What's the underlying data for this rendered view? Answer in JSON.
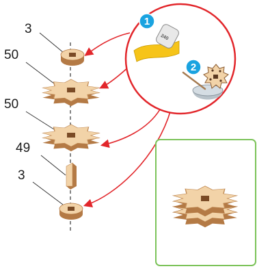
{
  "part_labels": [
    {
      "id": "top-washer",
      "text": "3"
    },
    {
      "id": "gear-a",
      "text": "50"
    },
    {
      "id": "gear-b",
      "text": "50"
    },
    {
      "id": "shaft",
      "text": "49"
    },
    {
      "id": "bottom-washer",
      "text": "3"
    }
  ],
  "steps": [
    {
      "number": "1",
      "icon": "sandpaper-icon",
      "grit_text": "240"
    },
    {
      "number": "2",
      "icon": "wax-bowl-icon"
    }
  ],
  "colors": {
    "accent_red": "#e2262b",
    "step_blue": "#1aa3e0",
    "result_border": "#7cc35a",
    "wood_light": "#f2d3a8",
    "wood_dark": "#b47a45",
    "sandpaper": "#f6c419",
    "wax": "#d5dde3"
  }
}
